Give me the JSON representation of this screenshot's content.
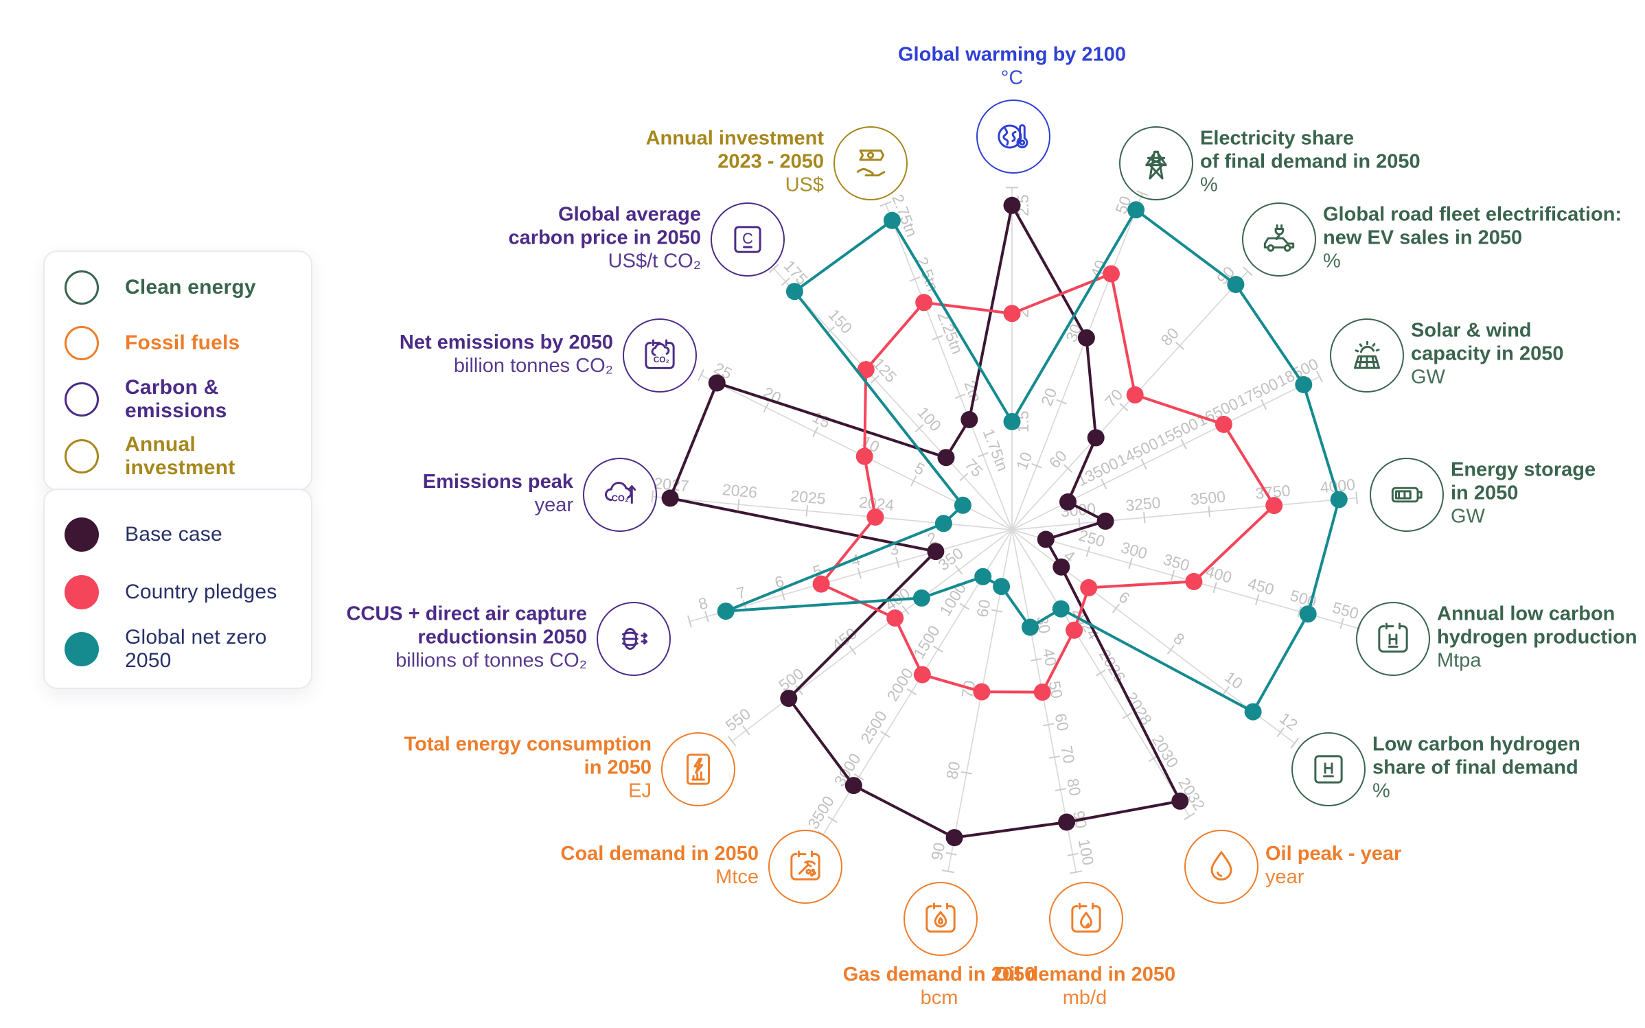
{
  "colors": {
    "background": "#ffffff",
    "grid": "#d9d9d9",
    "tick_text": "#c2c1c1",
    "legend_text": "#273069",
    "groups": {
      "blue": "#2f40d4",
      "green": "#3a644d",
      "orange": "#ee7d2b",
      "purple": "#4c2b87",
      "gold": "#a6871c"
    },
    "scenarios": {
      "base": "#3c1633",
      "pledges": "#f4455a",
      "netzero": "#158b90"
    }
  },
  "legend_categories": {
    "items": [
      {
        "label": "Clean energy",
        "color": "#3a644d"
      },
      {
        "label": "Fossil fuels",
        "color": "#ee7d2b"
      },
      {
        "label": "Carbon & emissions",
        "color": "#4c2b87"
      },
      {
        "label": "Annual investment",
        "color": "#a6871c"
      }
    ]
  },
  "legend_scenarios": {
    "items": [
      {
        "label": "Base case",
        "key": "base",
        "color": "#3c1633"
      },
      {
        "label": "Country pledges",
        "key": "pledges",
        "color": "#f4455a"
      },
      {
        "label": "Global net zero 2050",
        "key": "netzero",
        "color": "#158b90"
      }
    ]
  },
  "chart_data": {
    "type": "radar",
    "title": "",
    "legend_position": "left",
    "grid": true,
    "scenario_order": [
      "base",
      "pledges",
      "netzero"
    ],
    "axes": [
      {
        "label": "Global warming by 2100",
        "unit": "°C",
        "group": "blue",
        "icon": "globe-thermometer-icon",
        "min": 1.0,
        "max": 2.65,
        "ticks": [
          {
            "v": 1.5,
            "t": "1.5"
          },
          {
            "v": 2,
            "t": "2"
          },
          {
            "v": 2.5,
            "t": "2.5"
          }
        ],
        "values": {
          "base": 2.5,
          "pledges": 2,
          "netzero": 1.5
        }
      },
      {
        "label": "Electricity share\nof final demand in 2050",
        "unit": "%",
        "group": "green",
        "icon": "power-tower-icon",
        "min": 0,
        "max": 52,
        "ticks": [
          {
            "v": 10,
            "t": "10"
          },
          {
            "v": 20,
            "t": "20"
          },
          {
            "v": 30,
            "t": "30"
          },
          {
            "v": 40,
            "t": "40"
          },
          {
            "v": 50,
            "t": "50"
          }
        ],
        "values": {
          "base": 30,
          "pledges": 40,
          "netzero": 50
        }
      },
      {
        "label": "Global road fleet electrification:\nnew EV sales in 2050",
        "unit": "%",
        "group": "green",
        "icon": "ev-car-icon",
        "min": 50,
        "max": 93,
        "ticks": [
          {
            "v": 60,
            "t": "60"
          },
          {
            "v": 70,
            "t": "70"
          },
          {
            "v": 80,
            "t": "80"
          },
          {
            "v": 90,
            "t": "90"
          }
        ],
        "values": {
          "base": 65,
          "pledges": 72,
          "netzero": 90
        }
      },
      {
        "label": "Solar & wind\ncapacity in 2050",
        "unit": "GW",
        "group": "green",
        "icon": "solar-panel-icon",
        "min": 11200,
        "max": 19200,
        "ticks": [
          {
            "v": 13500,
            "t": "13500"
          },
          {
            "v": 14500,
            "t": "14500"
          },
          {
            "v": 15500,
            "t": "15500"
          },
          {
            "v": 16500,
            "t": "16500"
          },
          {
            "v": 17500,
            "t": "17500"
          },
          {
            "v": 18500,
            "t": "18500"
          }
        ],
        "values": {
          "base": 12600,
          "pledges": 16500,
          "netzero": 18500
        }
      },
      {
        "label": "Energy storage\nin 2050",
        "unit": "GW",
        "group": "green",
        "icon": "battery-icon",
        "min": 2740,
        "max": 4110,
        "ticks": [
          {
            "v": 3000,
            "t": "3000"
          },
          {
            "v": 3250,
            "t": "3250"
          },
          {
            "v": 3500,
            "t": "3500"
          },
          {
            "v": 3750,
            "t": "3750"
          },
          {
            "v": 4000,
            "t": "4000"
          }
        ],
        "values": {
          "base": 3100,
          "pledges": 3750,
          "netzero": 4000
        }
      },
      {
        "label": "Annual low carbon\nhydrogen production",
        "unit": "Mtpa",
        "group": "green",
        "icon": "hydrogen-production-icon",
        "min": 160,
        "max": 566,
        "ticks": [
          {
            "v": 250,
            "t": "250"
          },
          {
            "v": 300,
            "t": "300"
          },
          {
            "v": 350,
            "t": "350"
          },
          {
            "v": 400,
            "t": "400"
          },
          {
            "v": 450,
            "t": "450"
          },
          {
            "v": 500,
            "t": "500"
          },
          {
            "v": 550,
            "t": "550"
          }
        ],
        "values": {
          "base": 200,
          "pledges": 375,
          "netzero": 510
        }
      },
      {
        "label": "Low carbon hydrogen\nshare of final demand",
        "unit": "%",
        "group": "green",
        "icon": "hydrogen-share-icon",
        "min": 2.2,
        "max": 12.6,
        "ticks": [
          {
            "v": 4,
            "t": "4"
          },
          {
            "v": 6,
            "t": "6"
          },
          {
            "v": 8,
            "t": "8"
          },
          {
            "v": 10,
            "t": "10"
          },
          {
            "v": 12,
            "t": "12"
          }
        ],
        "values": {
          "base": 4,
          "pledges": 5,
          "netzero": 11
        }
      },
      {
        "label": "Oil peak - year",
        "unit": "year",
        "group": "orange",
        "icon": "oil-drop-icon",
        "min": 2019.3,
        "max": 2033.5,
        "ticks": [
          {
            "v": 2024,
            "t": "2024"
          },
          {
            "v": 2026,
            "t": "2026"
          },
          {
            "v": 2028,
            "t": "2028"
          },
          {
            "v": 2030,
            "t": "2030"
          },
          {
            "v": 2032,
            "t": "2032"
          }
        ],
        "values": {
          "base": 2032,
          "pledges": 2024,
          "netzero": 2023
        }
      },
      {
        "label": "Oil demand in 2050",
        "unit": "mb/d",
        "group": "orange",
        "icon": "oil-calendar-icon",
        "min": 0,
        "max": 108,
        "ticks": [
          {
            "v": 30,
            "t": "30"
          },
          {
            "v": 40,
            "t": "40"
          },
          {
            "v": 50,
            "t": "50"
          },
          {
            "v": 60,
            "t": "60"
          },
          {
            "v": 70,
            "t": "70"
          },
          {
            "v": 80,
            "t": "80"
          },
          {
            "v": 90,
            "t": "90"
          },
          {
            "v": 100,
            "t": "100"
          }
        ],
        "values": {
          "base": 90,
          "pledges": 50,
          "netzero": 30
        }
      },
      {
        "label": "Gas demand in 2050",
        "unit": "bcm",
        "group": "orange",
        "icon": "gas-calendar-icon",
        "min": 50,
        "max": 93.3,
        "ticks": [
          {
            "v": 60,
            "t": "60"
          },
          {
            "v": 70,
            "t": "70"
          },
          {
            "v": 80,
            "t": "80"
          },
          {
            "v": 90,
            "t": "90"
          }
        ],
        "values": {
          "base": 88,
          "pledges": 70,
          "netzero": 57
        }
      },
      {
        "label": "Coal demand in 2050",
        "unit": "Mtce",
        "group": "orange",
        "icon": "coal-calendar-icon",
        "min": 100,
        "max": 3660,
        "ticks": [
          {
            "v": 1000,
            "t": "1000"
          },
          {
            "v": 1500,
            "t": "1500"
          },
          {
            "v": 2000,
            "t": "2000"
          },
          {
            "v": 2500,
            "t": "2500"
          },
          {
            "v": 3000,
            "t": "3000"
          },
          {
            "v": 3500,
            "t": "3500"
          }
        ],
        "values": {
          "base": 3100,
          "pledges": 1800,
          "netzero": 650
        }
      },
      {
        "label": "Total energy consumption\nin 2050",
        "unit": "EJ",
        "group": "orange",
        "icon": "energy-consumption-icon",
        "min": 300,
        "max": 568,
        "ticks": [
          {
            "v": 350,
            "t": "350"
          },
          {
            "v": 400,
            "t": "400"
          },
          {
            "v": 450,
            "t": "450"
          },
          {
            "v": 500,
            "t": "500"
          },
          {
            "v": 550,
            "t": "550"
          }
        ],
        "values": {
          "base": 510,
          "pledges": 410,
          "netzero": 385
        }
      },
      {
        "label": "CCUS + direct air capture\nreductionsin 2050",
        "unit": "billions of tonnes CO₂",
        "group": "purple",
        "icon": "air-capture-icon",
        "min": 0,
        "max": 9,
        "ticks": [
          {
            "v": 2,
            "t": "2"
          },
          {
            "v": 3,
            "t": "3"
          },
          {
            "v": 4,
            "t": "4"
          },
          {
            "v": 5,
            "t": "5"
          },
          {
            "v": 6,
            "t": "6"
          },
          {
            "v": 7,
            "t": "7"
          },
          {
            "v": 8,
            "t": "8"
          }
        ],
        "values": {
          "base": 2,
          "pledges": 5,
          "netzero": 7.5
        }
      },
      {
        "label": "Emissions peak",
        "unit": "year",
        "group": "purple",
        "icon": "co2-peak-icon",
        "min": 2022,
        "max": 2027.2,
        "ticks": [
          {
            "v": 2024,
            "t": "2024"
          },
          {
            "v": 2025,
            "t": "2025"
          },
          {
            "v": 2026,
            "t": "2026"
          },
          {
            "v": 2027,
            "t": "2027"
          }
        ],
        "values": {
          "base": 2027,
          "pledges": 2024,
          "netzero": 2023
        }
      },
      {
        "label": "Net emissions by 2050",
        "unit": "billion tonnes CO₂",
        "group": "purple",
        "icon": "co2-calendar-icon",
        "min": -5,
        "max": 27.5,
        "ticks": [
          {
            "v": 5,
            "t": "5"
          },
          {
            "v": 10,
            "t": "10"
          },
          {
            "v": 15,
            "t": "15"
          },
          {
            "v": 20,
            "t": "20"
          },
          {
            "v": 25,
            "t": "25"
          }
        ],
        "values": {
          "base": 25,
          "pledges": 10,
          "netzero": 0
        }
      },
      {
        "label": "Global average\ncarbon price in 2050",
        "unit": "US$/t CO₂",
        "group": "purple",
        "icon": "carbon-price-icon",
        "min": 48,
        "max": 183,
        "ticks": [
          {
            "v": 75,
            "t": "75"
          },
          {
            "v": 100,
            "t": "100"
          },
          {
            "v": 125,
            "t": "125"
          },
          {
            "v": 150,
            "t": "150"
          },
          {
            "v": 175,
            "t": "175"
          }
        ],
        "values": {
          "base": 85,
          "pledges": 130,
          "netzero": 170
        }
      },
      {
        "label": "Annual investment\n2023 - 2050",
        "unit": "US$",
        "group": "gold",
        "icon": "money-hand-icon",
        "min": 1.43,
        "max": 2.85,
        "ticks": [
          {
            "v": 1.75,
            "t": "1.75tn"
          },
          {
            "v": 2,
            "t": "2tn"
          },
          {
            "v": 2.25,
            "t": "2.25tn"
          },
          {
            "v": 2.5,
            "t": "2.5tn"
          },
          {
            "v": 2.75,
            "t": "2.75tn"
          }
        ],
        "values": {
          "base": 1.9,
          "pledges": 2.4,
          "netzero": 2.75
        }
      }
    ]
  }
}
